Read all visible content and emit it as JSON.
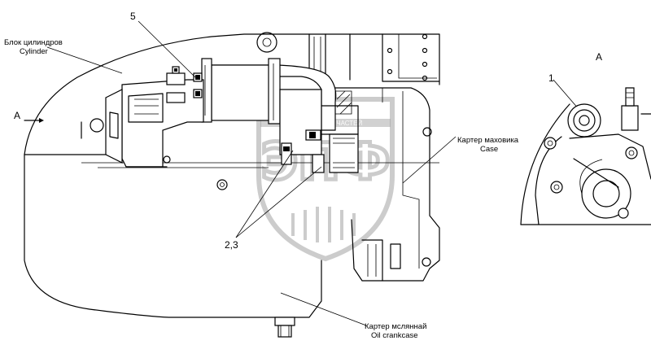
{
  "callouts": {
    "cylinder_block_ru": "Блок цилиндров",
    "cylinder_block_en": "Cylinder",
    "flywheel_case_ru": "Картер маховика",
    "flywheel_case_en": "Case",
    "oil_crankcase_ru": "Картер мсляннай",
    "oil_crankcase_en": "Oil crankcase",
    "item_5": "5",
    "item_2_3": "2,3",
    "item_1": "1",
    "view_a_arrow": "A",
    "view_a_title": "A"
  },
  "watermark": {
    "band_text": "ПРОДАЖА ЗАПЧАСТЕЙ",
    "monogram": "ЭПФ"
  }
}
